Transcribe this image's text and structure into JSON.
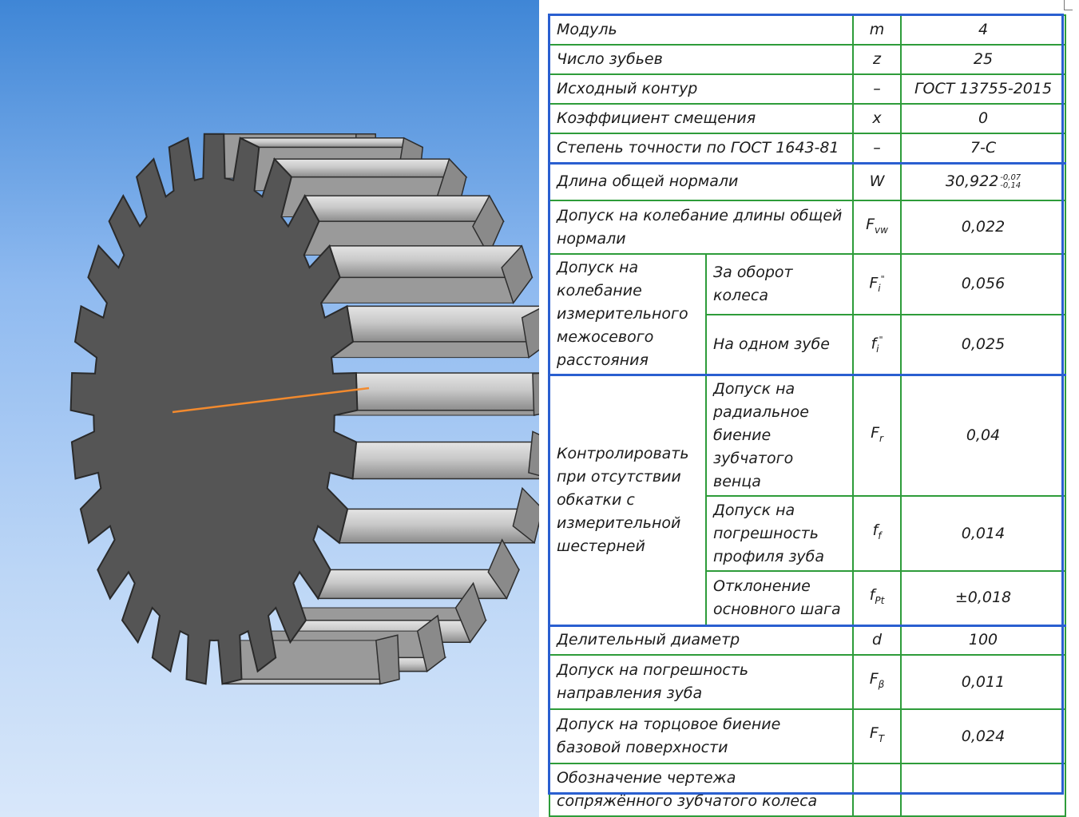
{
  "colors": {
    "background_top": "#3f86d6",
    "background_bottom": "#d8e7fa",
    "gear_face": "#555555",
    "gear_teeth": "#c8c8c8",
    "axis_line": "#f28a2e",
    "table_border": "#2e9c3a",
    "table_frame": "#2a5fd0"
  },
  "gear_model": {
    "icon": "spur-gear-3d-model",
    "teeth_count": 25
  },
  "table": {
    "rows": [
      {
        "name": "Модуль",
        "sym": "m",
        "val": "4"
      },
      {
        "name": "Число зубьев",
        "sym": "z",
        "val": "25"
      },
      {
        "name": "Исходный контур",
        "sym": "–",
        "val": "ГОСТ 13755-2015"
      },
      {
        "name": "Коэффициент смещения",
        "sym": "x",
        "val": "0"
      },
      {
        "name": "Степень точности по ГОСТ 1643-81",
        "sym": "–",
        "val": "7-С"
      },
      {
        "name": "Длина общей нормали",
        "sym": "W",
        "val": "30,922",
        "tol_upper": "-0,07",
        "tol_lower": "-0,14"
      },
      {
        "name": "Допуск на колебание длины общей нормали",
        "sym": "F",
        "sym_sub": "vw",
        "val": "0,022"
      }
    ],
    "group1": {
      "name": "Допуск на колебание измерительного межосевого расстояния",
      "items": [
        {
          "name": "За оборот колеса",
          "sym": "F",
          "sym_sub": "i",
          "sym_sup": "\"",
          "val": "0,056"
        },
        {
          "name": "На одном зубе",
          "sym": "f",
          "sym_sub": "i",
          "sym_sup": "\"",
          "val": "0,025"
        }
      ]
    },
    "group2": {
      "name": "Контролировать при отсутствии обкатки с измерительной шестерней",
      "items": [
        {
          "name": "Допуск на радиальное биение зубчатого венца",
          "sym": "F",
          "sym_sub": "r",
          "val": "0,04"
        },
        {
          "name": "Допуск на погрешность профиля зуба",
          "sym": "f",
          "sym_sub": "f",
          "val": "0,014"
        },
        {
          "name": "Отклонение основного шага",
          "sym": "f",
          "sym_sub": "Pt",
          "val": "±0,018"
        }
      ]
    },
    "rows2": [
      {
        "name": "Делительный диаметр",
        "sym": "d",
        "val": "100"
      },
      {
        "name": "Допуск на погрешность направления зуба",
        "sym": "F",
        "sym_sub": "β",
        "val": "0,011"
      },
      {
        "name": "Допуск на торцовое биение базовой поверхности",
        "sym": "F",
        "sym_sub": "T",
        "val": "0,024"
      },
      {
        "name": "Обозначение чертежа сопряжённого зубчатого колеса",
        "sym": "",
        "val": ""
      }
    ]
  }
}
